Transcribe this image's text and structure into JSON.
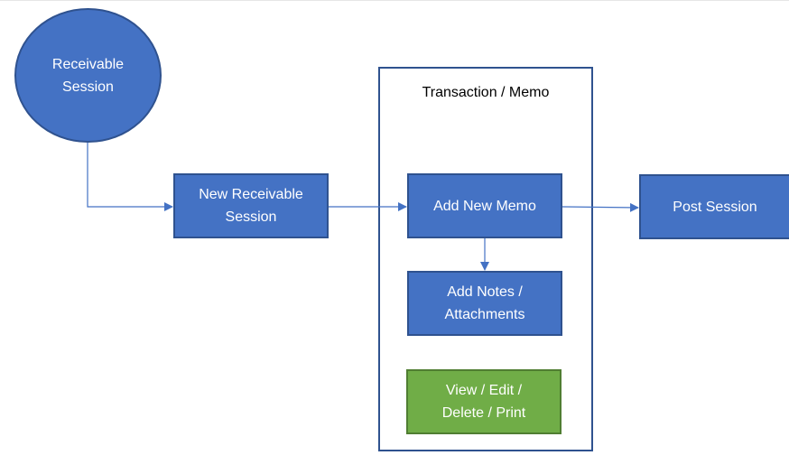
{
  "colors": {
    "process_fill": "#4472c4",
    "process_border": "#2f528f",
    "action_fill": "#70ad47",
    "action_border": "#507e32",
    "connector": "#4472c4",
    "container_border": "#2f528f"
  },
  "nodes": {
    "start": {
      "line1": "Receivable",
      "line2": "Session"
    },
    "new_session": {
      "line1": "New Receivable",
      "line2": "Session"
    },
    "add_memo": {
      "line1": "Add New Memo"
    },
    "add_notes": {
      "line1": "Add Notes /",
      "line2": "Attachments"
    },
    "view_edit": {
      "line1": "View / Edit /",
      "line2": "Delete / Print"
    },
    "post_session": {
      "line1": "Post Session"
    }
  },
  "container": {
    "title": "Transaction / Memo"
  }
}
